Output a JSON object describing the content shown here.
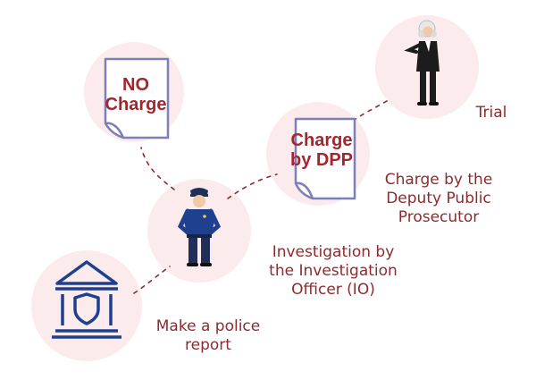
{
  "steps": {
    "police_report": "Make a police\nreport",
    "investigation": "Investigation by\nthe Investigation\nOfficer (IO)",
    "charge_dpp": "Charge by the\nDeputy Public\nProsecutor",
    "trial": "Trial"
  },
  "documents": {
    "no_charge": "NO\nCharge",
    "charge_by_dpp": "Charge\nby DPP"
  },
  "colors": {
    "circle": "#fcebec",
    "text": "#8c2b2f",
    "doc_text": "#a3262f",
    "doc_outline": "#7d7fb8",
    "building": "#1f3f8f",
    "connector": "#8c2b2f"
  }
}
